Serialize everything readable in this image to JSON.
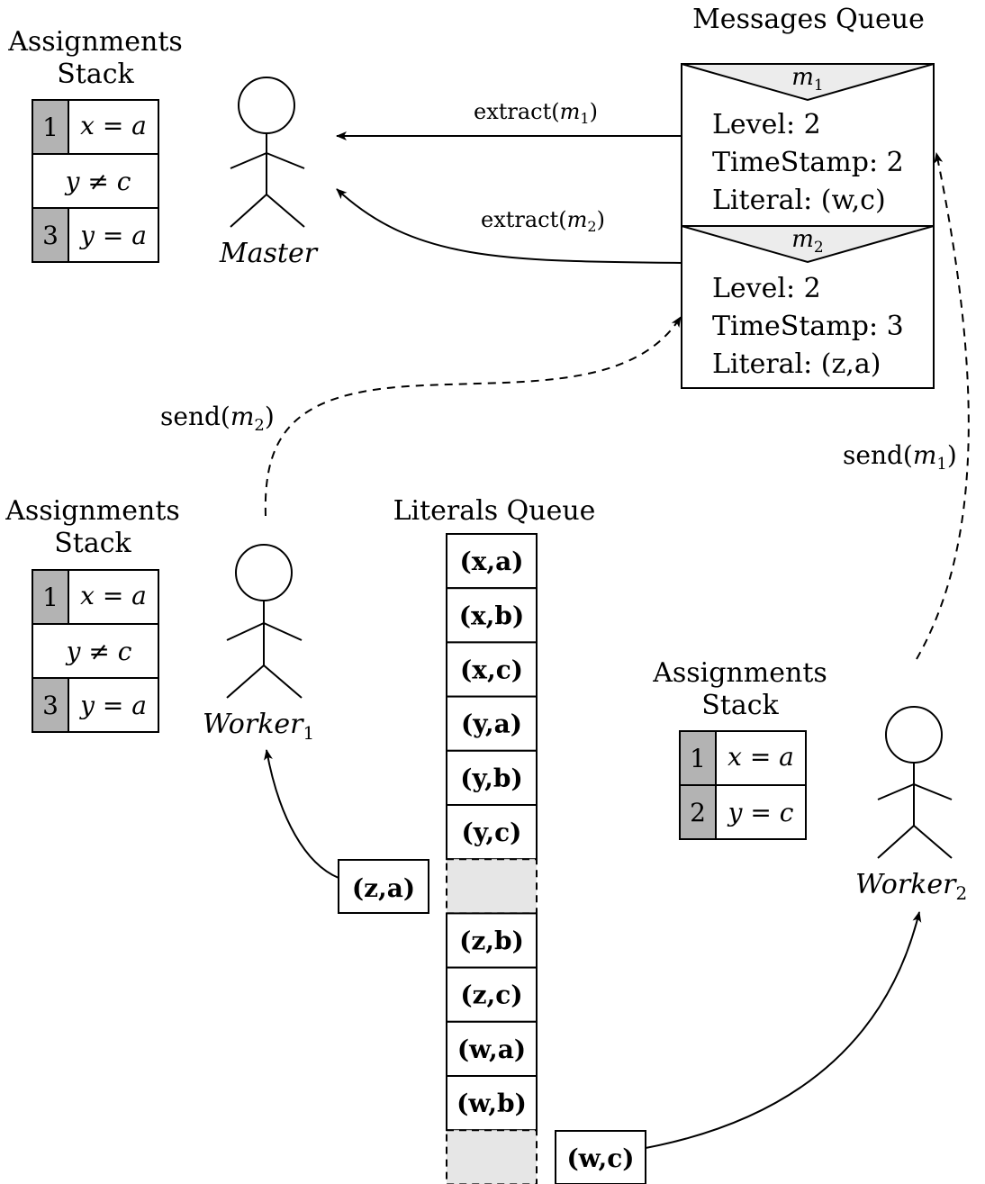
{
  "master": {
    "stack_title": [
      "Assignments",
      "Stack"
    ],
    "stack": [
      {
        "level": "1",
        "value": "x = a"
      },
      {
        "level": "",
        "value": "y ≠ c"
      },
      {
        "level": "3",
        "value": "y = a"
      }
    ],
    "name": "Master"
  },
  "worker1": {
    "stack_title": [
      "Assignments",
      "Stack"
    ],
    "stack": [
      {
        "level": "1",
        "value": "x = a"
      },
      {
        "level": "",
        "value": "y ≠ c"
      },
      {
        "level": "3",
        "value": "y = a"
      }
    ],
    "name": "Worker",
    "sub": "1"
  },
  "worker2": {
    "stack_title": [
      "Assignments",
      "Stack"
    ],
    "stack": [
      {
        "level": "1",
        "value": "x = a"
      },
      {
        "level": "2",
        "value": "y = c"
      }
    ],
    "name": "Worker",
    "sub": "2"
  },
  "messages_queue": {
    "title": "Messages Queue",
    "messages": [
      {
        "name": "m",
        "sub": "1",
        "level": "Level:  2",
        "timestamp": "TimeStamp:  2",
        "literal": "Literal:  (w,c)"
      },
      {
        "name": "m",
        "sub": "2",
        "level": "Level:  2",
        "timestamp": "TimeStamp:  3",
        "literal": "Literal:  (z,a)"
      }
    ]
  },
  "literals_queue": {
    "title": "Literals Queue",
    "items": [
      "(x,a)",
      "(x,b)",
      "(x,c)",
      "(y,a)",
      "(y,b)",
      "(y,c)",
      "",
      "(z,b)",
      "(z,c)",
      "(w,a)",
      "(w,b)",
      ""
    ],
    "taken_worker1": "(z,a)",
    "taken_worker2": "(w,c)"
  },
  "arrows": {
    "extract1": {
      "text": "extract(",
      "m": "m",
      "sub": "1",
      "close": ")"
    },
    "extract2": {
      "text": "extract(",
      "m": "m",
      "sub": "2",
      "close": ")"
    },
    "send1": {
      "text": "send(",
      "m": "m",
      "sub": "1",
      "close": ")"
    },
    "send2": {
      "text": "send(",
      "m": "m",
      "sub": "2",
      "close": ")"
    }
  }
}
